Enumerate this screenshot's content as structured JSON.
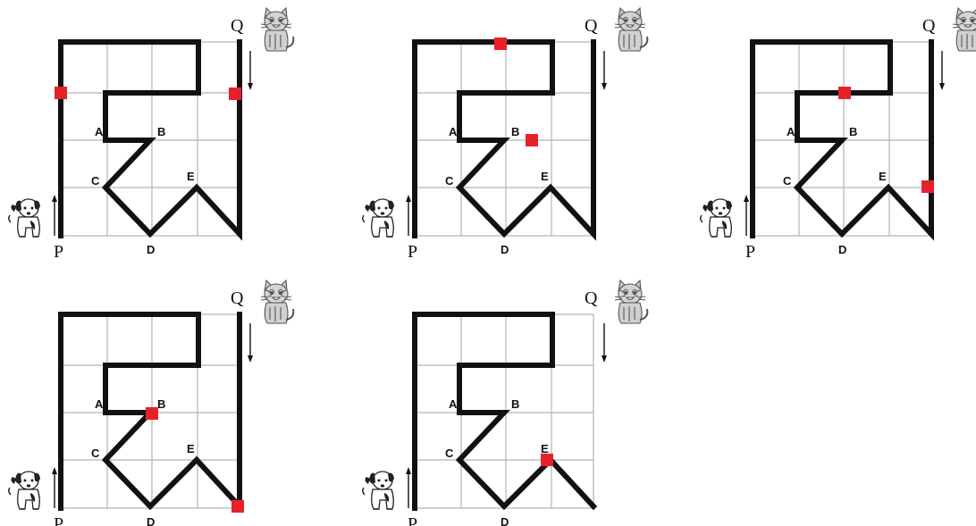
{
  "labels": {
    "start": "P",
    "end": "Q",
    "points": [
      "A",
      "B",
      "C",
      "D",
      "E"
    ]
  },
  "colors": {
    "path": "#111111",
    "grid": "#b4b4b4",
    "marker": "#e8202a"
  },
  "icons": {
    "start_animal": "dog-icon",
    "end_animal": "cat-icon"
  },
  "panels": [
    {
      "id": "panel-1",
      "marker_count": 2
    },
    {
      "id": "panel-2",
      "marker_count": 2
    },
    {
      "id": "panel-3",
      "marker_count": 2
    },
    {
      "id": "panel-4",
      "marker_count": 2
    },
    {
      "id": "panel-5",
      "marker_count": 1
    }
  ]
}
